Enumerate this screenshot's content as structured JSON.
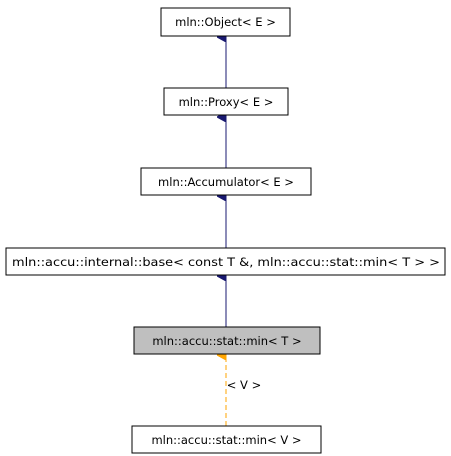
{
  "nodes": [
    {
      "id": "object",
      "label": "mln::Object< E >",
      "current": false
    },
    {
      "id": "proxy",
      "label": "mln::Proxy< E >",
      "current": false
    },
    {
      "id": "accumulator",
      "label": "mln::Accumulator< E >",
      "current": false
    },
    {
      "id": "base",
      "label": "mln::accu::internal::base< const T &, mln::accu::stat::min< T > >",
      "current": false
    },
    {
      "id": "min_t",
      "label": "mln::accu::stat::min< T >",
      "current": true
    },
    {
      "id": "min_v",
      "label": "mln::accu::stat::min< V >",
      "current": false
    }
  ],
  "edges": [
    {
      "from": "proxy",
      "to": "object",
      "kind": "inheritance",
      "color": "#191970"
    },
    {
      "from": "accumulator",
      "to": "proxy",
      "kind": "inheritance",
      "color": "#191970"
    },
    {
      "from": "base",
      "to": "accumulator",
      "kind": "inheritance",
      "color": "#191970"
    },
    {
      "from": "min_t",
      "to": "base",
      "kind": "inheritance",
      "color": "#191970"
    },
    {
      "from": "min_v",
      "to": "min_t",
      "kind": "template-instance",
      "color": "#ffa500",
      "label": "< V >"
    }
  ]
}
